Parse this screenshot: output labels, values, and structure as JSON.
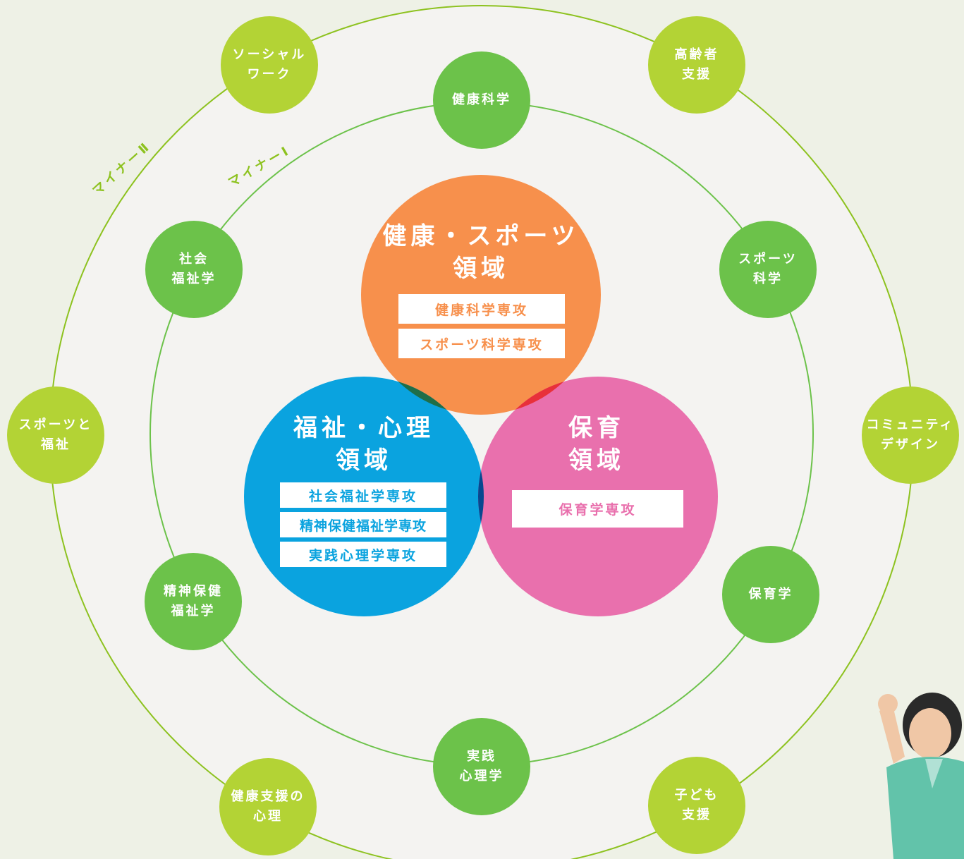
{
  "colors": {
    "background": "#eef1e6",
    "plate": "#f4f3f1",
    "ring": "#8dc21f",
    "outer_node": "#b3d335",
    "inner_node": "#6cc24a",
    "health_sports": "#f7904c",
    "welfare_psych": "#0aa3df",
    "childcare": "#e970ad"
  },
  "ring_labels": {
    "minor2": "マイナーⅡ",
    "minor1": "マイナーⅠ"
  },
  "minor2_nodes": [
    "ソーシャル\nワーク",
    "高齢者\n支援",
    "コミュニティ\nデザイン",
    "子ども\n支援",
    "健康支援の\n心理",
    "スポーツと\n福祉"
  ],
  "minor1_nodes": [
    "健康科学",
    "スポーツ\n科学",
    "保育学",
    "実践\n心理学",
    "精神保健\n福祉学",
    "社会\n福祉学"
  ],
  "domains": {
    "health_sports": {
      "title": "健康・スポーツ\n領域",
      "majors": [
        "健康科学専攻",
        "スポーツ科学専攻"
      ]
    },
    "welfare_psych": {
      "title": "福祉・心理\n領域",
      "majors": [
        "社会福祉学専攻",
        "精神保健福祉学専攻",
        "実践心理学専攻"
      ]
    },
    "childcare": {
      "title": "保育\n領域",
      "majors": [
        "保育学専攻"
      ]
    }
  }
}
